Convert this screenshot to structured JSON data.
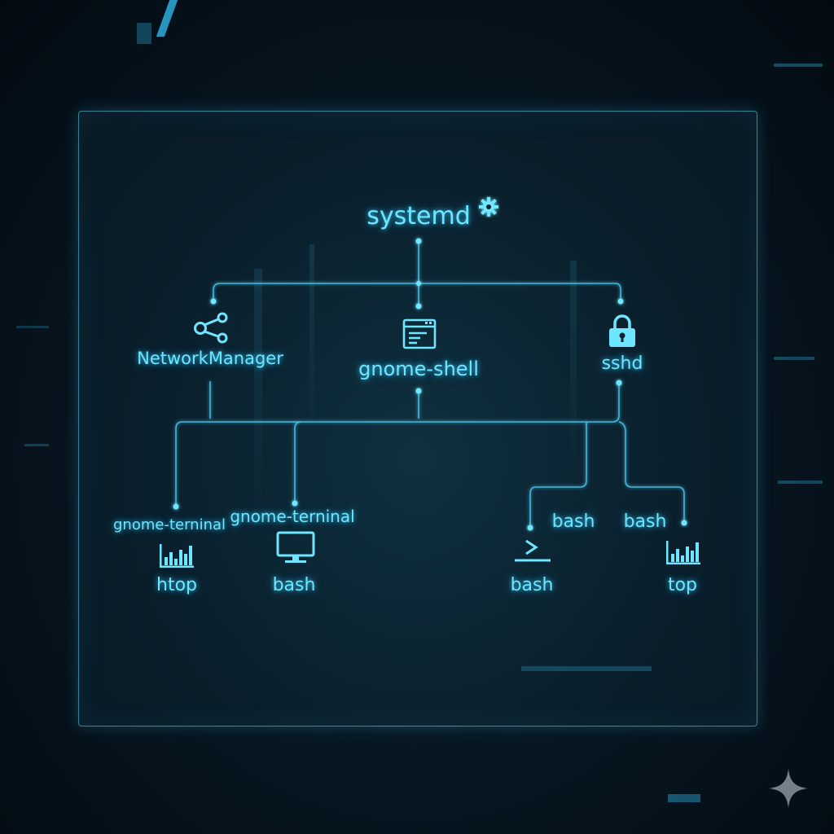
{
  "diagram": {
    "root": {
      "label": "systemd",
      "icon": "gear-icon"
    },
    "children": [
      {
        "label": "NetworkManager",
        "icon": "share-nodes-icon"
      },
      {
        "label": "gnome-shell",
        "icon": "window-icon"
      },
      {
        "label": "sshd",
        "icon": "lock-icon"
      }
    ],
    "grandchildren": [
      {
        "label": "gnome-terninal",
        "child_label": "htop",
        "icon": "bar-chart-icon"
      },
      {
        "label": "gnome-terninal",
        "child_label": "bash",
        "icon": "monitor-icon"
      },
      {
        "label": "bash",
        "child_label": "bash",
        "icon": "terminal-prompt-icon"
      },
      {
        "label": "bash",
        "child_label": "top",
        "icon": "bar-chart-icon"
      }
    ]
  },
  "colors": {
    "glow": "#6fe6ff",
    "line": "#49c9ee",
    "background": "#071722"
  }
}
